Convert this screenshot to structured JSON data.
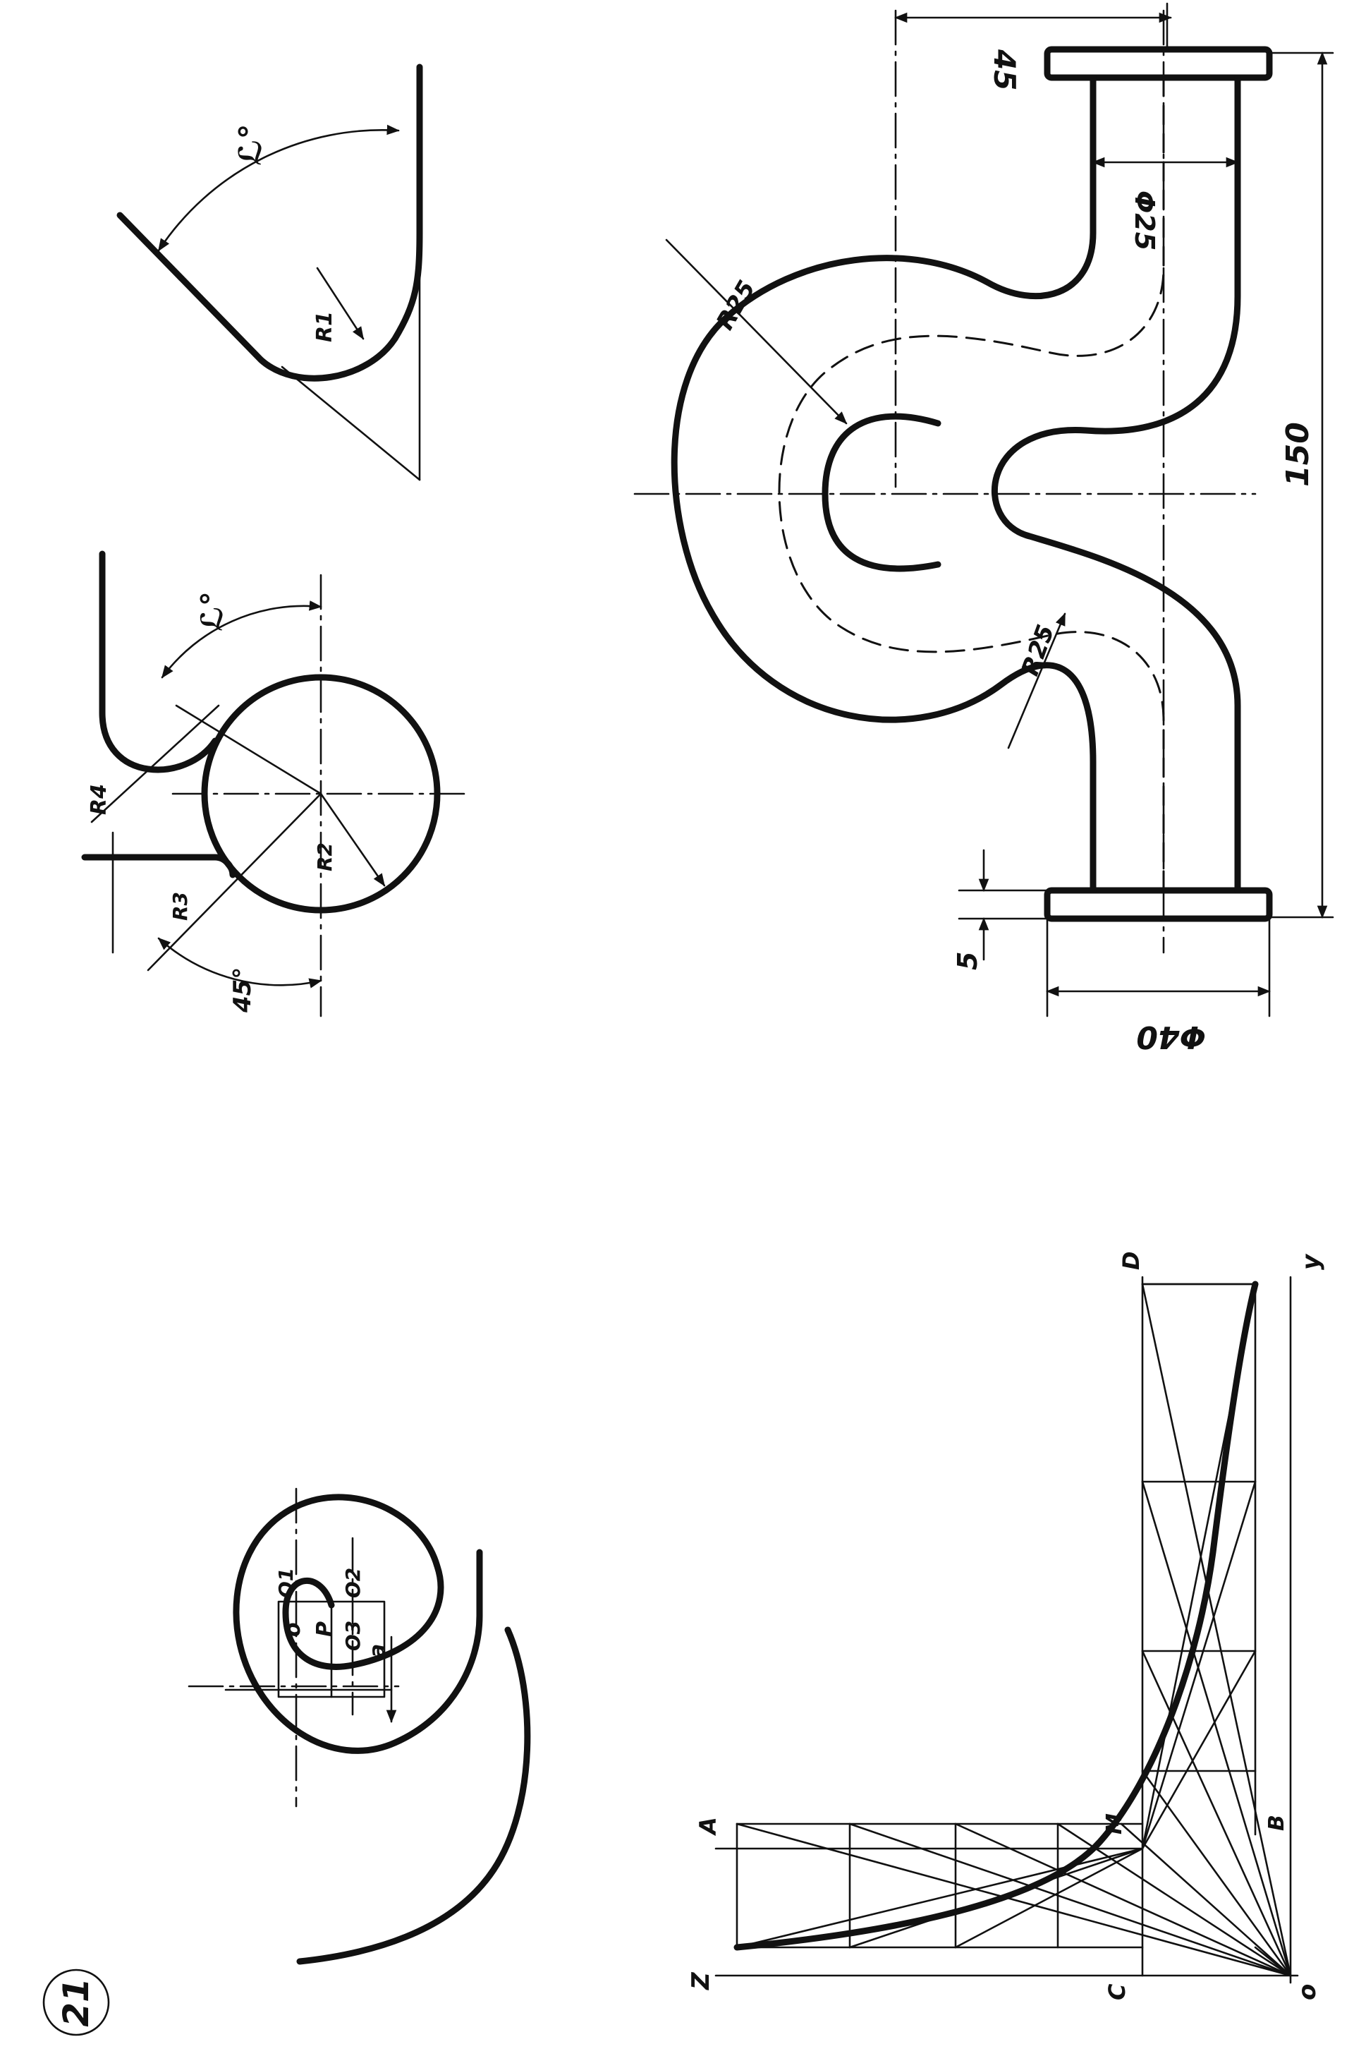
{
  "sheet": {
    "number": "21"
  },
  "spiral_figure": {
    "labels": {
      "o": "o",
      "o1": "O1",
      "o2": "O2",
      "o3": "O3",
      "p": "P",
      "a": "a"
    }
  },
  "curve_figure": {
    "labels": {
      "z": "Z",
      "a": "A",
      "c": "C",
      "m": "M",
      "b": "B",
      "d": "D",
      "y": "y",
      "o": "o"
    }
  },
  "circle_fillet_figure": {
    "labels": {
      "angle_45": "45°",
      "r3": "R3",
      "r2": "R2",
      "r4": "R4",
      "angle": "ℒ°"
    }
  },
  "angle_fillet_figure": {
    "labels": {
      "angle": "ℒ°",
      "r1": "R1"
    }
  },
  "pipe_figure": {
    "labels": {
      "dim_45": "45",
      "dim_d25": "Φ25",
      "dim_r25_top": "R25",
      "dim_r25_bottom": "R25",
      "dim_150": "150",
      "dim_5": "5",
      "dim_d40": "Φ40"
    }
  }
}
